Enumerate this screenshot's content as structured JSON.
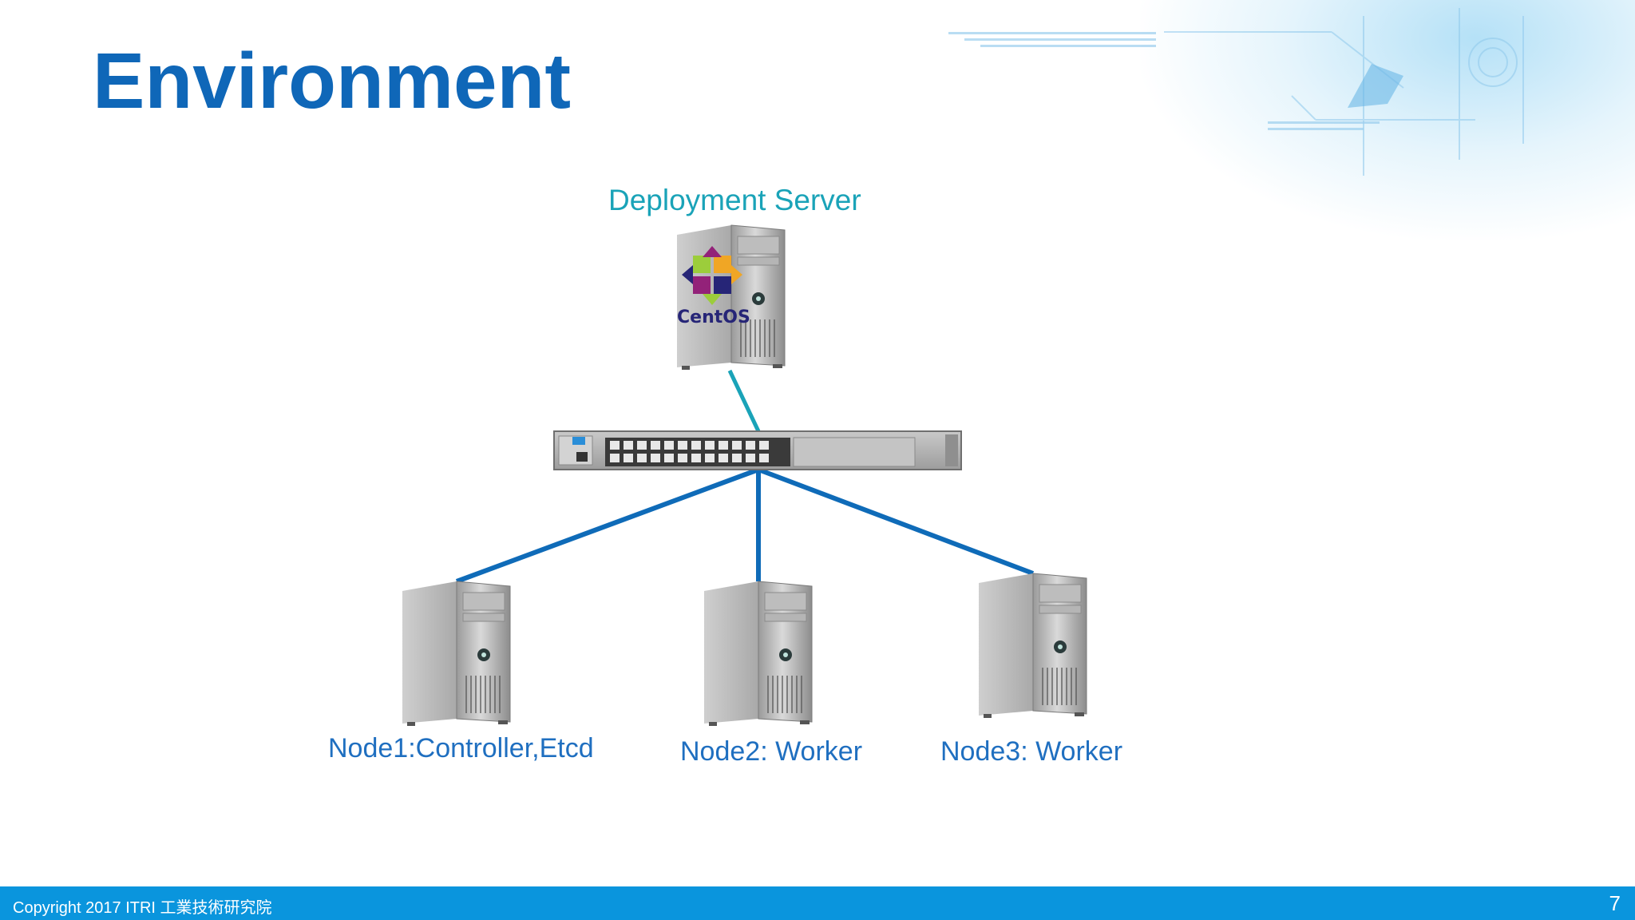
{
  "slide": {
    "title": "Environment",
    "footer_text": "Copyright 2017  ITRI 工業技術研究院",
    "page_number": "7"
  },
  "diagram": {
    "server": {
      "label": "Deployment Server",
      "os_logo_text": "CentOS"
    },
    "nodes": [
      {
        "label": "Node1:Controller,Etcd"
      },
      {
        "label": "Node2: Worker"
      },
      {
        "label": "Node3: Worker"
      }
    ]
  },
  "colors": {
    "title": "#0f67b8",
    "server_label": "#1aa3b8",
    "node_label": "#1f6fc0",
    "node_link": "#0f6bb8",
    "server_link": "#1aa3b8",
    "footer_bar": "#0a95dd"
  }
}
